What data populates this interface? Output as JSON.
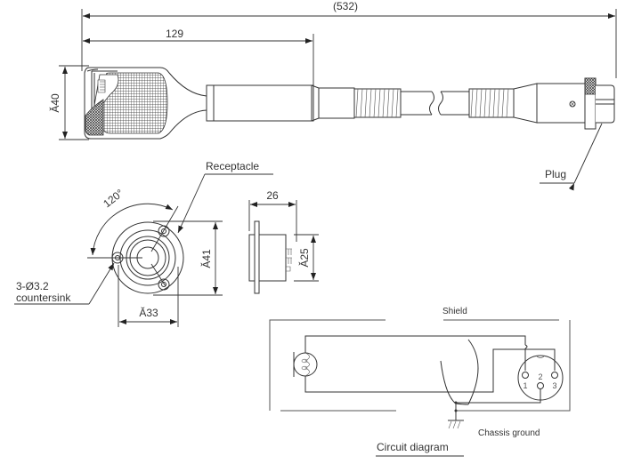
{
  "title": "Microphone dimensional drawing",
  "dimensions": {
    "overall_length": "(532)",
    "head_length": "129",
    "head_diameter": "Ă40",
    "flange_diameter": "Ă41",
    "bolt_circle": "Ă33",
    "receptacle_depth": "26",
    "receptacle_diameter": "Ă25",
    "angle": "120°"
  },
  "labels": {
    "plug": "Plug",
    "receptacle": "Receptacle",
    "holes_line1": "3-Ø3.2",
    "holes_line2": "countersink"
  },
  "circuit": {
    "title": "Circuit diagram",
    "shield": "Shield",
    "chassis_ground": "Chassis ground",
    "pins": [
      "1",
      "2",
      "3"
    ]
  }
}
